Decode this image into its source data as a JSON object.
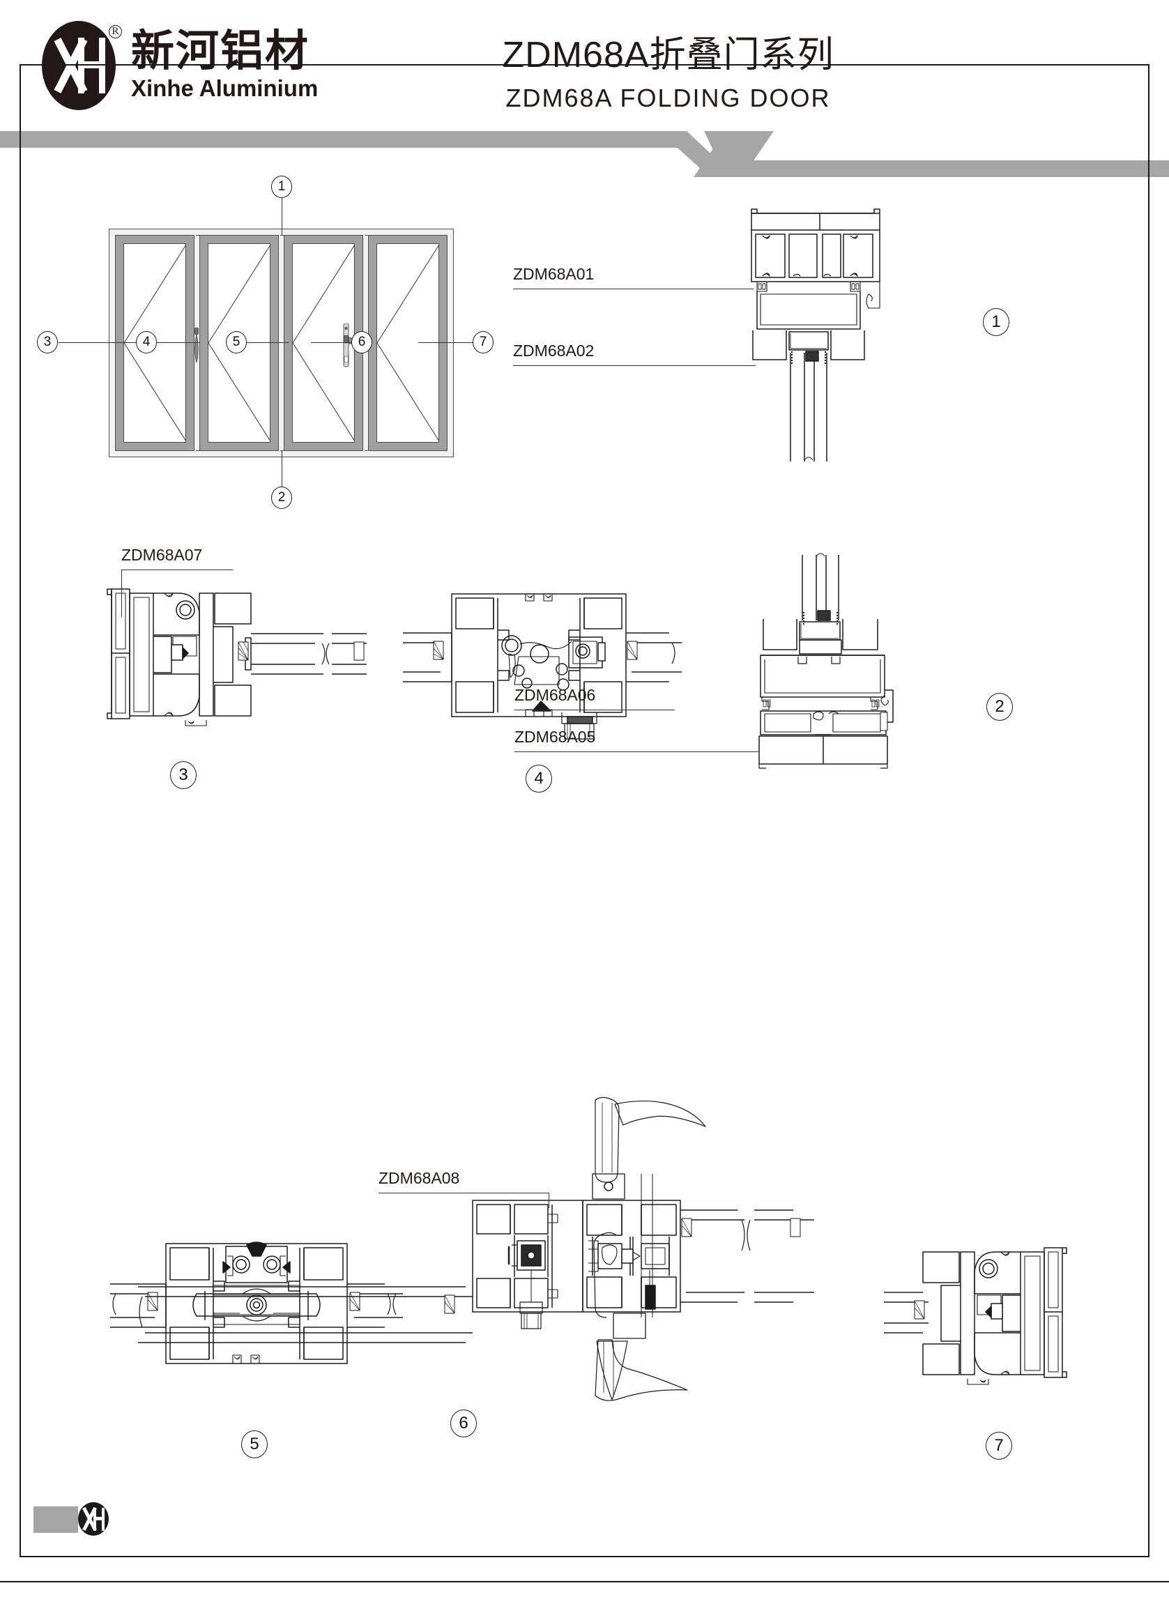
{
  "brand": {
    "logo_icon": "xh-ellipse-logo",
    "registered_mark": "R",
    "name_cn": "新河铝材",
    "name_en": "Xinhe Aluminium"
  },
  "header": {
    "title_cn": "ZDM68A折叠门系列",
    "title_en": "ZDM68A FOLDING DOOR",
    "band_color": "#a6a6a6"
  },
  "elevation": {
    "name": "folding-door-elevation",
    "panel_count": 4,
    "callouts": [
      {
        "id": "1",
        "label": "1",
        "position": "top-center"
      },
      {
        "id": "2",
        "label": "2",
        "position": "bottom-center"
      },
      {
        "id": "3",
        "label": "3",
        "position": "left-mid"
      },
      {
        "id": "4",
        "label": "4",
        "position": "mid-left-mullion"
      },
      {
        "id": "5",
        "label": "5",
        "position": "center-mid"
      },
      {
        "id": "6",
        "label": "6",
        "position": "mid-right-mullion"
      },
      {
        "id": "7",
        "label": "7",
        "position": "right-mid"
      }
    ]
  },
  "sections": [
    {
      "id": "sec1",
      "callout": "1",
      "name": "head-section",
      "labels": [
        "ZDM68A01",
        "ZDM68A02"
      ]
    },
    {
      "id": "sec2",
      "callout": "2",
      "name": "sill-section",
      "labels": [
        "ZDM68A06",
        "ZDM68A05"
      ]
    },
    {
      "id": "sec3",
      "callout": "3",
      "name": "left-jamb-section",
      "labels": [
        "ZDM68A07"
      ]
    },
    {
      "id": "sec4",
      "callout": "4",
      "name": "hinge-mullion-section",
      "labels": []
    },
    {
      "id": "sec5",
      "callout": "5",
      "name": "folding-pivot-section",
      "labels": []
    },
    {
      "id": "sec6",
      "callout": "6",
      "name": "lock-handle-section",
      "labels": [
        "ZDM68A08"
      ]
    },
    {
      "id": "sec7",
      "callout": "7",
      "name": "right-jamb-section",
      "labels": []
    }
  ],
  "part_labels": {
    "zdm68a01": "ZDM68A01",
    "zdm68a02": "ZDM68A02",
    "zdm68a05": "ZDM68A05",
    "zdm68a06": "ZDM68A06",
    "zdm68a07": "ZDM68A07",
    "zdm68a08": "ZDM68A08"
  },
  "callout_labels": {
    "c1": "1",
    "c2": "2",
    "c3": "3",
    "c4": "4",
    "c5": "5",
    "c6": "6",
    "c7": "7",
    "s1": "1",
    "s2": "2",
    "s3": "3",
    "s4": "4",
    "s5": "5",
    "s6": "6",
    "s7": "7"
  },
  "footer": {
    "mark_icon": "xh-circle-logo",
    "bar_color": "#a6a6a6"
  },
  "colors": {
    "ink": "#231815",
    "line": "#1a1a1a",
    "frame_fill": "#a0a0a0",
    "frame_light": "#f2f2f2",
    "accent_gray": "#a6a6a6"
  }
}
